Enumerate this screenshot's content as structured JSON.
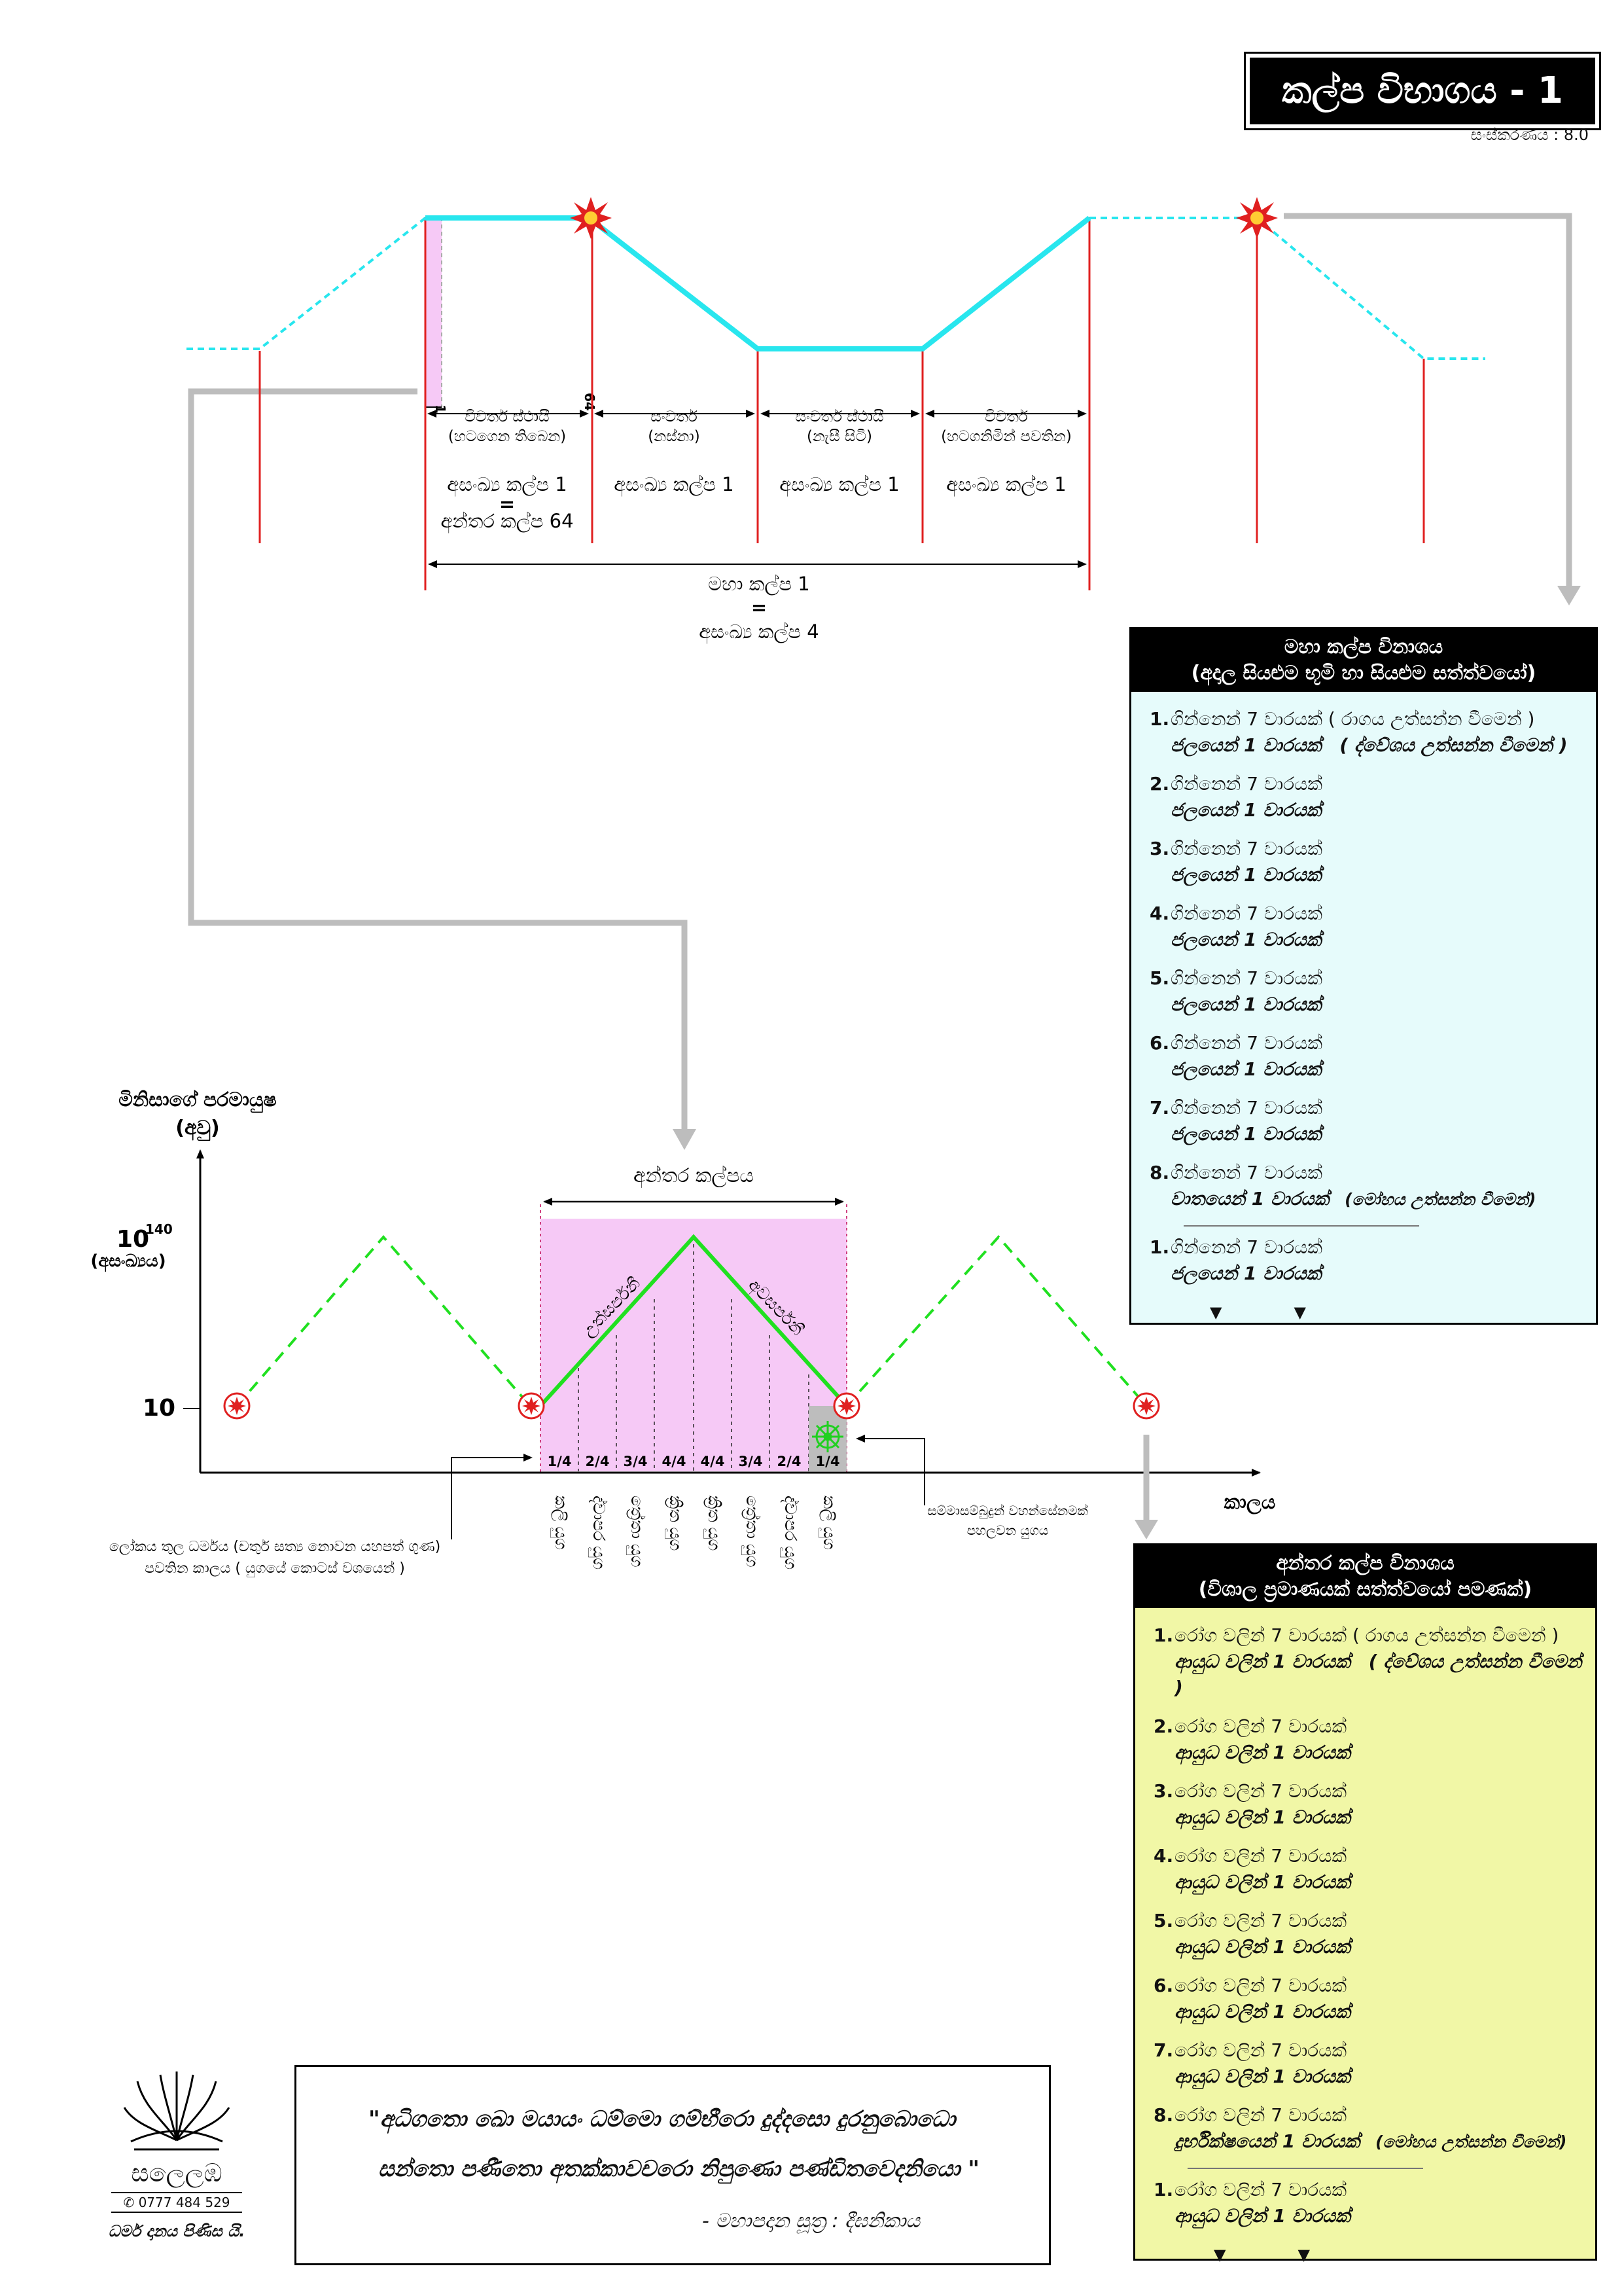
{
  "header": {
    "title": "කල්ප විභාගය - 1",
    "version": "සංස්කරණය : 8.0"
  },
  "top_diagram": {
    "stages": [
      {
        "line1": "විවර්ත ස්ථායී",
        "line2": "(හටගෙන තිබෙන)",
        "line3": "අසංඛ්‍ය කල්ප 1",
        "line4": "=",
        "line5": "අන්තර කල්ප 64"
      },
      {
        "line1": "සංවර්ත",
        "line2": "(නස්නා)",
        "line3": "අසංඛ්‍ය කල්ප 1"
      },
      {
        "line1": "සංවර්ත ස්ථායී",
        "line2": "(නැසී සිටී)",
        "line3": "අසංඛ්‍ය කල්ප 1"
      },
      {
        "line1": "විවර්ත",
        "line2": "(හටගනිමින් පවතින)",
        "line3": "අසංඛ්‍ය කල්ප 1"
      }
    ],
    "tick_1": "1",
    "tick_64": "64",
    "maha_kalpa_1": "මහා කල්ප 1",
    "maha_eq": "=",
    "maha_kalpa_2": "අසංඛ්‍ය කල්ප 4"
  },
  "colors": {
    "cyan": "#28e6ee",
    "green": "#20e020",
    "red": "#e02020",
    "pink": "#f6c9f6",
    "grey_connector": "#bdbdbd",
    "panel_cyan": "#e6fbfb",
    "panel_yellow": "#f1f7a6"
  },
  "maha_panel": {
    "head1": "මහා කල්ප විනාශය",
    "head2": "(අදාල සියළුම භූමි හා සියළුම සත්ත්වයෝ)",
    "entries": [
      {
        "num": "1.",
        "l1": "ගින්නෙන් 7 වාරයක් ( රාගය උත්සන්න වීමෙන් )",
        "l2": "ජලයෙන් 1 වාරයක්",
        "note": "( ද්වේශය උත්සන්න වීමෙන් )"
      },
      {
        "num": "2.",
        "l1": "ගින්නෙන් 7 වාරයක්",
        "l2": "ජලයෙන් 1 වාරයක්"
      },
      {
        "num": "3.",
        "l1": "ගින්නෙන් 7 වාරයක්",
        "l2": "ජලයෙන් 1 වාරයක්"
      },
      {
        "num": "4.",
        "l1": "ගින්නෙන් 7 වාරයක්",
        "l2": "ජලයෙන් 1 වාරයක්"
      },
      {
        "num": "5.",
        "l1": "ගින්නෙන් 7 වාරයක්",
        "l2": "ජලයෙන් 1 වාරයක්"
      },
      {
        "num": "6.",
        "l1": "ගින්නෙන් 7 වාරයක්",
        "l2": "ජලයෙන් 1 වාරයක්"
      },
      {
        "num": "7.",
        "l1": "ගින්නෙන් 7 වාරයක්",
        "l2": "ජලයෙන් 1 වාරයක්"
      },
      {
        "num": "8.",
        "l1": "ගින්නෙන් 7 වාරයක්",
        "l2": "වාතයෙන් 1 වාරයක්",
        "note2": "(මෝහය උත්සන්න වීමෙන්)"
      }
    ],
    "tail": {
      "num": "1.",
      "l1": "ගින්නෙන් 7 වාරයක්",
      "l2": "ජලයෙන් 1 වාරයක්"
    }
  },
  "antara_panel": {
    "head1": "අන්තර කල්ප විනාශය",
    "head2": "(විශාල ප්‍රමාණයක් සත්ත්වයෝ පමණක්)",
    "entries": [
      {
        "num": "1.",
        "l1": "රෝග වලින් 7 වාරයක් ( රාගය උත්සන්න වීමෙන් )",
        "l2": "ආයුධ වලින් 1 වාරයක්",
        "note": "( ද්වේශය උත්සන්න වීමෙන් )"
      },
      {
        "num": "2.",
        "l1": "රෝග වලින් 7 වාරයක්",
        "l2": "ආයුධ වලින් 1 වාරයක්"
      },
      {
        "num": "3.",
        "l1": "රෝග වලින් 7 වාරයක්",
        "l2": "ආයුධ වලින් 1 වාරයක්"
      },
      {
        "num": "4.",
        "l1": "රෝග වලින් 7 වාරයක්",
        "l2": "ආයුධ වලින් 1 වාරයක්"
      },
      {
        "num": "5.",
        "l1": "රෝග වලින් 7 වාරයක්",
        "l2": "ආයුධ වලින් 1 වාරයක්"
      },
      {
        "num": "6.",
        "l1": "රෝග වලින් 7 වාරයක්",
        "l2": "ආයුධ වලින් 1 වාරයක්"
      },
      {
        "num": "7.",
        "l1": "රෝග වලින් 7 වාරයක්",
        "l2": "ආයුධ වලින් 1 වාරයක්"
      },
      {
        "num": "8.",
        "l1": "රෝග වලින් 7 වාරයක්",
        "l2": "දුර්භික්ෂයෙන් 1 වාරයක්",
        "note2": "(මෝහය උත්සන්න වීමෙන්)"
      }
    ],
    "tail": {
      "num": "1.",
      "l1": "රෝග වලින් 7 වාරයක්",
      "l2": "ආයුධ වලින් 1 වාරයක්"
    }
  },
  "lower_chart": {
    "y_axis_title_1": "මිනිසාගේ පරමායුෂ",
    "y_axis_title_2": "(අවු)",
    "y_top_base": "10",
    "y_top_exp": "140",
    "y_top_note": "(අසංඛ්‍යය)",
    "y_bottom": "10",
    "x_axis_title": "කාලය",
    "antara_label": "අන්තර කල්පය",
    "rising": "උත්සර්පනී",
    "falling": "අවසර්පනී",
    "quarters": [
      "1/4",
      "2/4",
      "3/4",
      "4/4",
      "4/4",
      "3/4",
      "2/4",
      "1/4"
    ],
    "yugas": [
      "කලි යුග",
      "ද්වාපර යුග",
      "ත්‍රේතා යුග",
      "ක්‍රිත යුග",
      "ක්‍රිත යුග",
      "ත්‍රේතා යුග",
      "ද්වාපර යුග",
      "කලි යුග"
    ],
    "left_note_1": "ලෝකය තුල ධර්මය (චතුර් සත්‍ය නොවන යහපත් ගුණ)",
    "left_note_2": "පවතින කාලය ( යුගයේ කොටස් වශයෙන් )",
    "right_note_1": "සම්මාසම්බුදුන් වහන්සේනමක්",
    "right_note_2": "පහලවන යුගය"
  },
  "quote": {
    "line1": "\"අධිගතො ඛො මයායං ධම්මො ගම්භීරො දුද්දසො දුරනුබොධො",
    "line2": "සන්තො පණීතො අතක්කාවචරො නිපුණො පණ්ඩිතවෙදනියො \"",
    "source": "- මහාපදාන සූත්‍ර : දීඝනිකාය"
  },
  "logo": {
    "name": "සලෙලඹ",
    "phone": "✆ 0777 484 529",
    "footer": "ධර්ම දානය පිණිස යි."
  }
}
